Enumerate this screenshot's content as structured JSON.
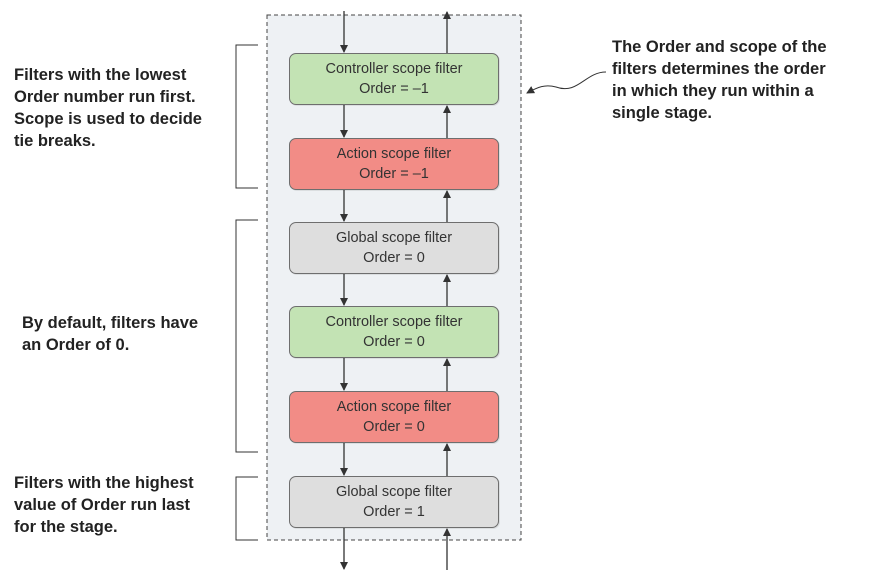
{
  "colors": {
    "controller": "#c3e3b4",
    "action": "#f28c86",
    "global": "#dedede",
    "stage_background": "#eef1f4",
    "line": "#333333"
  },
  "annotations": {
    "lowest_first": [
      "Filters with the lowest",
      "Order number run first.",
      "Scope is used to decide",
      "tie breaks."
    ],
    "default_order": [
      "By default, filters have",
      "an Order of 0."
    ],
    "highest_last": [
      "Filters with the highest",
      "value of Order run last",
      "for the stage."
    ],
    "scope_note": [
      "The Order and scope of the",
      "filters determines the order",
      "in which they run within a",
      "single stage."
    ]
  },
  "filters": [
    {
      "scope": "controller",
      "name": "Controller scope filter",
      "order": "Order = –1"
    },
    {
      "scope": "action",
      "name": "Action scope filter",
      "order": "Order = –1"
    },
    {
      "scope": "global",
      "name": "Global scope filter",
      "order": "Order = 0"
    },
    {
      "scope": "controller",
      "name": "Controller scope filter",
      "order": "Order = 0"
    },
    {
      "scope": "action",
      "name": "Action scope filter",
      "order": "Order = 0"
    },
    {
      "scope": "global",
      "name": "Global scope filter",
      "order": "Order = 1"
    }
  ]
}
